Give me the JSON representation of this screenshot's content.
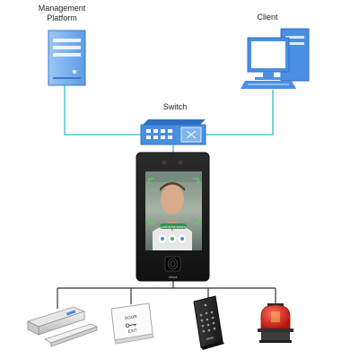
{
  "labels": {
    "management_line1": "Management",
    "management_line2": "Platform",
    "client": "Client",
    "switch": "Switch"
  },
  "device": {
    "brand": "alhua",
    "screen_caption": "Look at the screen"
  },
  "peripherals": {
    "exit_button_line1": "DOOR",
    "exit_button_line2": "EXIT"
  },
  "colors": {
    "network_cable": "#55c6df",
    "wiring": "#333333",
    "computer_blue": "#4b8fe2",
    "switch_blue": "#4a8fde"
  }
}
